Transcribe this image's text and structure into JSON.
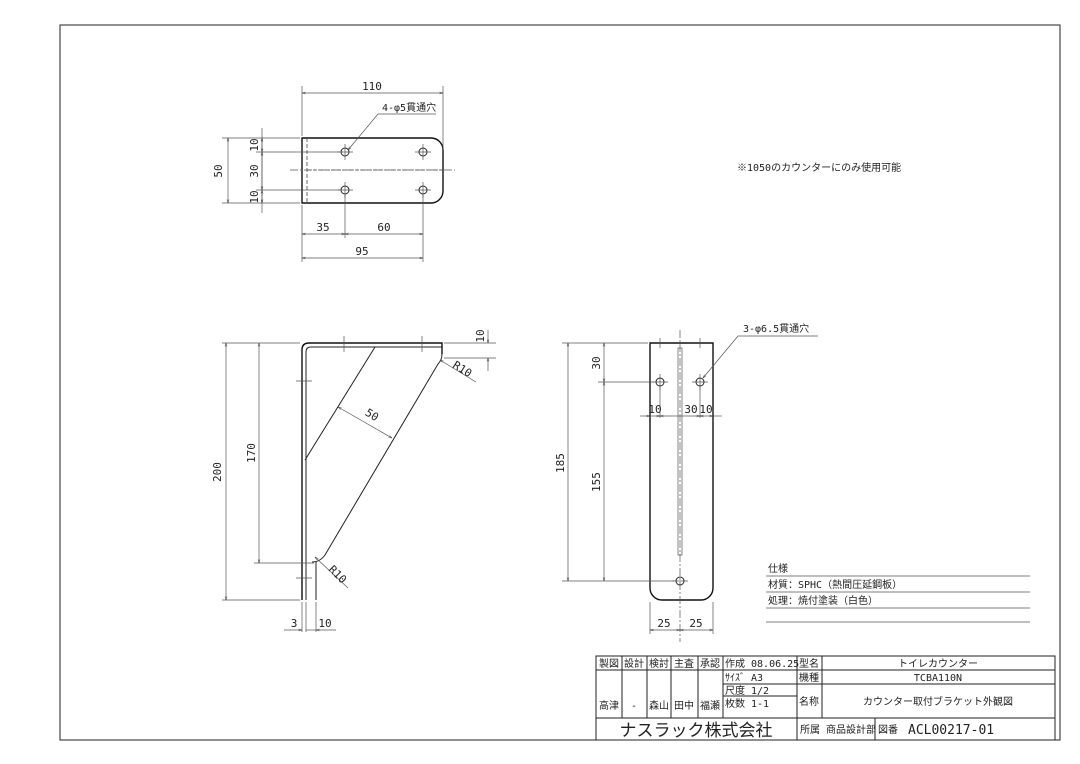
{
  "note": "※1050のカウンターにのみ使用可能",
  "top_view": {
    "hole_callout": "4-φ5貫通穴",
    "dims": {
      "overall_length": "110",
      "width": "50",
      "edge_top": "10",
      "hole_pitch_v": "30",
      "edge_bottom": "10",
      "first_hole": "35",
      "hole_pitch_h": "60",
      "last_hole": "95"
    }
  },
  "side_view": {
    "dims": {
      "height": "200",
      "inner_height": "170",
      "rib_width": "50",
      "flange_thk": "10",
      "radius_top": "R10",
      "radius_bottom": "R10",
      "thickness": "3",
      "rib_offset": "10"
    }
  },
  "front_view": {
    "hole_callout": "3-φ6.5貫通穴",
    "dims": {
      "height": "185",
      "hole_span": "155",
      "top_hole": "30",
      "edge_left": "10",
      "hole_pitch": "30",
      "edge_right": "10",
      "half_left": "25",
      "half_right": "25"
    }
  },
  "spec": {
    "title": "仕様",
    "material": "材質：SPHC（熱間圧延鋼板）",
    "finish": "処理：焼付塗装（白色）"
  },
  "title_block": {
    "headers": [
      "製図",
      "設計",
      "検討",
      "主査",
      "承認"
    ],
    "stamps": [
      "高津",
      "-",
      "森山",
      "田中",
      "福瀬"
    ],
    "created": "作成 08.06.25",
    "size": "ｻｲｽﾞ  A3",
    "scale": "尺度  1/2",
    "sheets": "枚数  1-1",
    "company": "ナスラック株式会社",
    "model_label": "型名",
    "model": "トイレカウンター",
    "type_label": "機種",
    "type": "TCBA110N",
    "name_label": "名称",
    "name": "カウンター取付ブラケット外観図",
    "dept_label": "所属",
    "dept": "商品設計部",
    "drawing_no_label": "図番",
    "drawing_no": "ACL00217-01"
  }
}
